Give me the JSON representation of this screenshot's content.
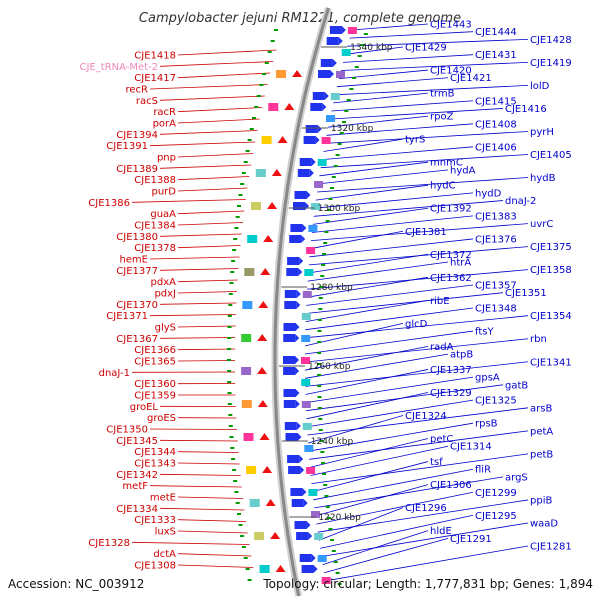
{
  "title": "Campylobacter jejuni RM1221, complete genome",
  "accession": "Accession: NC_003912",
  "summary": "Topology: circular; Length: 1,777,831 bp; Genes: 1,894",
  "colors": {
    "reverse_labels": "#cc0000",
    "forward_labels": "#0000cc",
    "trna_label": "#ee88bb",
    "backbone": "#888888",
    "tick": "#009900"
  },
  "kbp_markers": [
    "1340 kbp",
    "1320 kbp",
    "1300 kbp",
    "1280 kbp",
    "1260 kbp",
    "1240 kbp",
    "1220 kbp"
  ],
  "left_labels": [
    {
      "t": "CJE1418",
      "c": "r"
    },
    {
      "t": "CJE_tRNA-Met-2",
      "c": "p"
    },
    {
      "t": "CJE1417",
      "c": "r"
    },
    {
      "t": "recR",
      "c": "r"
    },
    {
      "t": "racS",
      "c": "r"
    },
    {
      "t": "racR",
      "c": "r"
    },
    {
      "t": "porA",
      "c": "r"
    },
    {
      "t": "CJE1394",
      "c": "r"
    },
    {
      "t": "CJE1391",
      "c": "r"
    },
    {
      "t": "pnp",
      "c": "r"
    },
    {
      "t": "CJE1389",
      "c": "r"
    },
    {
      "t": "CJE1388",
      "c": "r"
    },
    {
      "t": "purD",
      "c": "r"
    },
    {
      "t": "CJE1386",
      "c": "r"
    },
    {
      "t": "guaA",
      "c": "r"
    },
    {
      "t": "CJE1384",
      "c": "r"
    },
    {
      "t": "CJE1380",
      "c": "r"
    },
    {
      "t": "CJE1378",
      "c": "r"
    },
    {
      "t": "hemE",
      "c": "r"
    },
    {
      "t": "CJE1377",
      "c": "r"
    },
    {
      "t": "pdxA",
      "c": "r"
    },
    {
      "t": "pdxJ",
      "c": "r"
    },
    {
      "t": "CJE1370",
      "c": "r"
    },
    {
      "t": "CJE1371",
      "c": "r"
    },
    {
      "t": "glyS",
      "c": "r"
    },
    {
      "t": "CJE1367",
      "c": "r"
    },
    {
      "t": "CJE1366",
      "c": "r"
    },
    {
      "t": "CJE1365",
      "c": "r"
    },
    {
      "t": "dnaJ-1",
      "c": "r"
    },
    {
      "t": "CJE1360",
      "c": "r"
    },
    {
      "t": "CJE1359",
      "c": "r"
    },
    {
      "t": "groEL",
      "c": "r"
    },
    {
      "t": "groES",
      "c": "r"
    },
    {
      "t": "CJE1350",
      "c": "r"
    },
    {
      "t": "CJE1345",
      "c": "r"
    },
    {
      "t": "CJE1344",
      "c": "r"
    },
    {
      "t": "CJE1343",
      "c": "r"
    },
    {
      "t": "CJE1342",
      "c": "r"
    },
    {
      "t": "metF",
      "c": "r"
    },
    {
      "t": "metE",
      "c": "r"
    },
    {
      "t": "CJE1334",
      "c": "r"
    },
    {
      "t": "CJE1333",
      "c": "r"
    },
    {
      "t": "luxS",
      "c": "r"
    },
    {
      "t": "CJE1328",
      "c": "r"
    },
    {
      "t": "dctA",
      "c": "r"
    },
    {
      "t": "CJE1308",
      "c": "r"
    }
  ],
  "right_labels": [
    {
      "t": "CJE1443",
      "c": "b"
    },
    {
      "t": "CJE1444",
      "c": "b"
    },
    {
      "t": "CJE1428",
      "c": "b"
    },
    {
      "t": "CJE1429",
      "c": "b"
    },
    {
      "t": "CJE1431",
      "c": "b"
    },
    {
      "t": "CJE1419",
      "c": "b"
    },
    {
      "t": "CJE1420",
      "c": "b"
    },
    {
      "t": "CJE1421",
      "c": "b"
    },
    {
      "t": "lolD",
      "c": "b"
    },
    {
      "t": "trmB",
      "c": "b"
    },
    {
      "t": "CJE1415",
      "c": "b"
    },
    {
      "t": "CJE1416",
      "c": "b"
    },
    {
      "t": "rpoZ",
      "c": "b"
    },
    {
      "t": "CJE1408",
      "c": "b"
    },
    {
      "t": "pyrH",
      "c": "b"
    },
    {
      "t": "tyrS",
      "c": "b"
    },
    {
      "t": "CJE1406",
      "c": "b"
    },
    {
      "t": "CJE1405",
      "c": "b"
    },
    {
      "t": "mnmC",
      "c": "b"
    },
    {
      "t": "hydA",
      "c": "b"
    },
    {
      "t": "hydB",
      "c": "b"
    },
    {
      "t": "hydC",
      "c": "b"
    },
    {
      "t": "hydD",
      "c": "b"
    },
    {
      "t": "dnaJ-2",
      "c": "b"
    },
    {
      "t": "CJE1392",
      "c": "b"
    },
    {
      "t": "CJE1383",
      "c": "b"
    },
    {
      "t": "uvrC",
      "c": "b"
    },
    {
      "t": "CJE1381",
      "c": "b"
    },
    {
      "t": "CJE1376",
      "c": "b"
    },
    {
      "t": "CJE1375",
      "c": "b"
    },
    {
      "t": "CJE1372",
      "c": "b"
    },
    {
      "t": "htrA",
      "c": "b"
    },
    {
      "t": "CJE1358",
      "c": "b"
    },
    {
      "t": "CJE1362",
      "c": "b"
    },
    {
      "t": "CJE1357",
      "c": "b"
    },
    {
      "t": "CJE1351",
      "c": "b"
    },
    {
      "t": "ribE",
      "c": "b"
    },
    {
      "t": "CJE1348",
      "c": "b"
    },
    {
      "t": "CJE1354",
      "c": "b"
    },
    {
      "t": "glcD",
      "c": "b"
    },
    {
      "t": "ftsY",
      "c": "b"
    },
    {
      "t": "rbn",
      "c": "b"
    },
    {
      "t": "radA",
      "c": "b"
    },
    {
      "t": "atpB",
      "c": "b"
    },
    {
      "t": "CJE1341",
      "c": "b"
    },
    {
      "t": "CJE1337",
      "c": "b"
    },
    {
      "t": "gpsA",
      "c": "b"
    },
    {
      "t": "gatB",
      "c": "b"
    },
    {
      "t": "CJE1329",
      "c": "b"
    },
    {
      "t": "CJE1325",
      "c": "b"
    },
    {
      "t": "arsB",
      "c": "b"
    },
    {
      "t": "CJE1324",
      "c": "b"
    },
    {
      "t": "rpsB",
      "c": "b"
    },
    {
      "t": "petA",
      "c": "b"
    },
    {
      "t": "petC",
      "c": "b"
    },
    {
      "t": "CJE1314",
      "c": "b"
    },
    {
      "t": "petB",
      "c": "b"
    },
    {
      "t": "tsf",
      "c": "b"
    },
    {
      "t": "fliR",
      "c": "b"
    },
    {
      "t": "argS",
      "c": "b"
    },
    {
      "t": "CJE1306",
      "c": "b"
    },
    {
      "t": "CJE1299",
      "c": "b"
    },
    {
      "t": "ppiB",
      "c": "b"
    },
    {
      "t": "CJE1296",
      "c": "b"
    },
    {
      "t": "CJE1295",
      "c": "b"
    },
    {
      "t": "waaD",
      "c": "b"
    },
    {
      "t": "hldE",
      "c": "b"
    },
    {
      "t": "CJE1291",
      "c": "b"
    },
    {
      "t": "CJE1281",
      "c": "b"
    }
  ]
}
